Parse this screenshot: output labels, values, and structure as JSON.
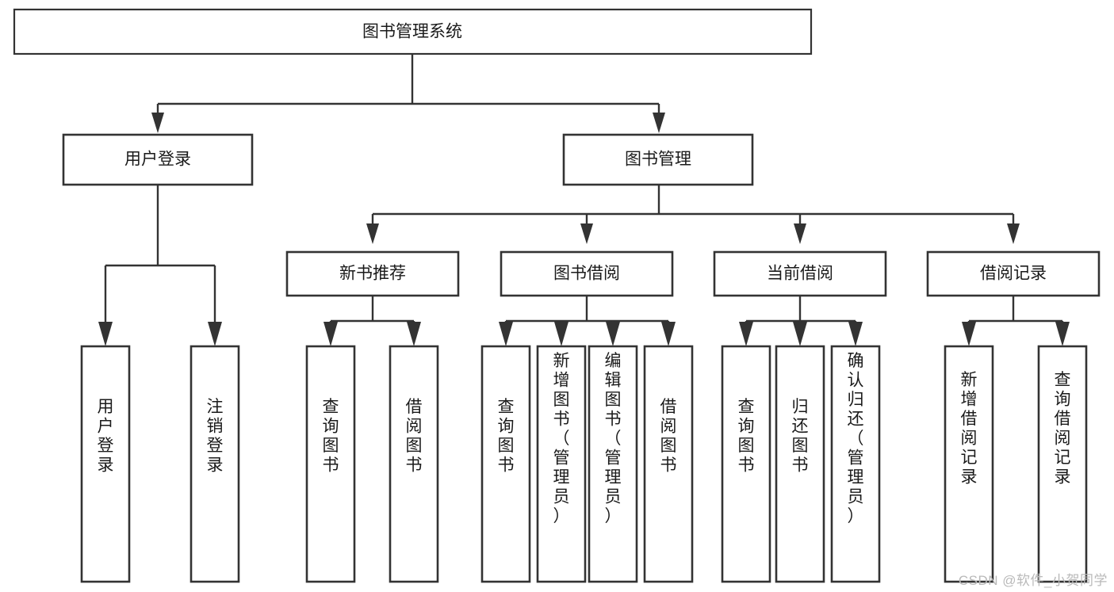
{
  "diagram": {
    "type": "tree",
    "title_node": "图书管理系统",
    "watermark": "CSDN @软件_小贺同学",
    "colors": {
      "stroke": "#333333",
      "fill": "#ffffff",
      "text": "#1a1a1a",
      "watermark": "#b9b9b9"
    },
    "levels": {
      "level0": [
        {
          "id": "root",
          "label": "图书管理系统",
          "orientation": "horizontal"
        }
      ],
      "level1": [
        {
          "id": "user-login",
          "label": "用户登录",
          "orientation": "horizontal"
        },
        {
          "id": "book-manage",
          "label": "图书管理",
          "orientation": "horizontal"
        }
      ],
      "level2": [
        {
          "id": "new-book-rec",
          "label": "新书推荐",
          "orientation": "horizontal"
        },
        {
          "id": "book-borrow",
          "label": "图书借阅",
          "orientation": "horizontal"
        },
        {
          "id": "current-borrow",
          "label": "当前借阅",
          "orientation": "horizontal"
        },
        {
          "id": "borrow-record",
          "label": "借阅记录",
          "orientation": "horizontal"
        }
      ],
      "level3": [
        {
          "id": "leaf-user-login",
          "label": "用户登录",
          "parent": "user-login",
          "orientation": "vertical"
        },
        {
          "id": "leaf-user-logout",
          "label": "注销登录",
          "parent": "user-login",
          "orientation": "vertical"
        },
        {
          "id": "leaf-query-book-1",
          "label": "查询图书",
          "parent": "new-book-rec",
          "orientation": "vertical"
        },
        {
          "id": "leaf-borrow-book-1",
          "label": "借阅图书",
          "parent": "new-book-rec",
          "orientation": "vertical"
        },
        {
          "id": "leaf-query-book-2",
          "label": "查询图书",
          "parent": "book-borrow",
          "orientation": "vertical"
        },
        {
          "id": "leaf-add-book",
          "label": "新增图书（管理员）",
          "parent": "book-borrow",
          "orientation": "vertical"
        },
        {
          "id": "leaf-edit-book",
          "label": "编辑图书（管理员）",
          "parent": "book-borrow",
          "orientation": "vertical"
        },
        {
          "id": "leaf-borrow-book-2",
          "label": "借阅图书",
          "parent": "book-borrow",
          "orientation": "vertical"
        },
        {
          "id": "leaf-query-book-3",
          "label": "查询图书",
          "parent": "current-borrow",
          "orientation": "vertical"
        },
        {
          "id": "leaf-return-book",
          "label": "归还图书",
          "parent": "current-borrow",
          "orientation": "vertical"
        },
        {
          "id": "leaf-confirm-return",
          "label": "确认归还（管理员）",
          "parent": "current-borrow",
          "orientation": "vertical"
        },
        {
          "id": "leaf-add-record",
          "label": "新增借阅记录",
          "parent": "borrow-record",
          "orientation": "vertical"
        },
        {
          "id": "leaf-query-record",
          "label": "查询借阅记录",
          "parent": "borrow-record",
          "orientation": "vertical"
        }
      ]
    }
  }
}
